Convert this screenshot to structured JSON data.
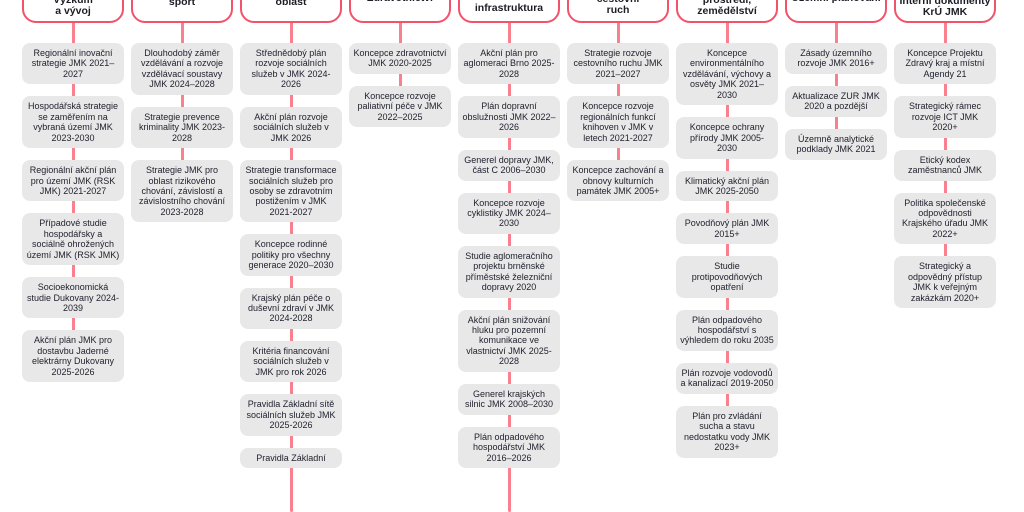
{
  "diagram": {
    "description": "Strategic documents hierarchy of the South Moravian Region (JMK)",
    "colors": {
      "header_border": "#f2536b",
      "connector_line": "#f9808f",
      "box_background": "#e8e8e8",
      "box_text": "#222230",
      "background": "#ffffff"
    },
    "columns": [
      {
        "header": "Výzkum\na vývoj",
        "items": [
          "Regionální inovační strategie JMK 2021–2027",
          "Hospodářská strategie se zaměřením na vybraná území JMK 2023-2030",
          "Regionální akční plán pro území JMK (RSK JMK) 2021-2027",
          "Případové studie hospodářsky a sociálně ohrožených území JMK (RSK JMK)",
          "Socioekonomická studie Dukovany 2024-2039",
          "Akční plán JMK pro dostavbu Jaderné elektrárny Dukovany 2025-2026"
        ]
      },
      {
        "header": "sport",
        "items": [
          "Dlouhodobý záměr vzdělávání a rozvoje vzdělávací soustavy JMK 2024–2028",
          "Strategie prevence kriminality JMK 2023-2028",
          "Strategie JMK pro oblast rizikového chování, závislostí a závislostního chování 2023-2028"
        ]
      },
      {
        "header": "oblast",
        "items": [
          "Střednědobý plán rozvoje sociálních služeb v JMK 2024-2026",
          "Akční plán rozvoje sociálních služeb v JMK 2026",
          "Strategie transformace sociálních služeb pro osoby se zdravotním postižením v JMK 2021-2027",
          "Koncepce rodinné politiky pro všechny generace 2020–2030",
          "Krajský plán péče o duševní zdraví v JMK 2024-2028",
          "Kritéria financování sociálních služeb v JMK pro rok 2026",
          "Pravidla Základní sítě sociálních služeb JMK 2025-2026",
          "Pravidla Základní"
        ]
      },
      {
        "header": "Zdravotnictví",
        "items": [
          "Koncepce zdravotnictví JMK 2020-2025",
          "Koncepce rozvoje paliativní péče v JMK 2022–2025"
        ]
      },
      {
        "header": "technická\ninfrastruktura",
        "items": [
          "Akční plán pro aglomeraci Brno 2025-2028",
          "Plán dopravní obslužnosti JMK 2022–2026",
          "Generel dopravy JMK, část C 2006–2030",
          "Koncepce rozvoje cyklistiky JMK 2024–2030",
          "Studie aglomeračního projektu brněnské příměstské železniční dopravy 2020",
          "Akční plán snižování hluku pro pozemní komunikace ve vlastnictví JMK 2025-2028",
          "Generel krajských silnic JMK 2008–2030",
          "Plán odpadového hospodářství JMK 2016–2026"
        ]
      },
      {
        "header": "cestovní\nruch",
        "items": [
          "Strategie rozvoje cestovního ruchu JMK 2021–2027",
          "Koncepce rozvoje regionálních funkcí knihoven v JMK v letech 2021-2027",
          "Koncepce zachování a obnovy kulturních památek JMK 2005+"
        ]
      },
      {
        "header": "prostředí,\nzemědělství",
        "items": [
          "Koncepce environmentálního vzdělávání, výchovy a osvěty JMK 2021–2030",
          "Koncepce ochrany přírody JMK 2005-2030",
          "Klimatický akční plán JMK 2025-2050",
          "Povodňový plán JMK 2015+",
          "Studie protipovodňových opatření",
          "Plán odpadového hospodářství s výhledem do roku 2035",
          "Plán rozvoje vodovodů a kanalizací 2019-2050",
          "Plán pro zvládání sucha a stavu nedostatku vody JMK 2023+"
        ]
      },
      {
        "header": "Územní plánování",
        "items": [
          "Zásady územního rozvoje JMK 2016+",
          "Aktualizace ZUR JMK 2020 a pozdější",
          "Územně analytické podklady JMK 2021"
        ]
      },
      {
        "header": "Interní dokumenty\nKrÚ JMK",
        "items": [
          "Koncepce Projektu Zdravý kraj a místní Agendy 21",
          "Strategický rámec rozvoje ICT JMK 2020+",
          "Etický kodex zaměstnanců JMK",
          "Politika společenské odpovědnosti Krajského úřadu JMK 2022+",
          "Strategický a odpovědný přístup JMK k veřejným zakázkám 2020+"
        ]
      }
    ]
  }
}
